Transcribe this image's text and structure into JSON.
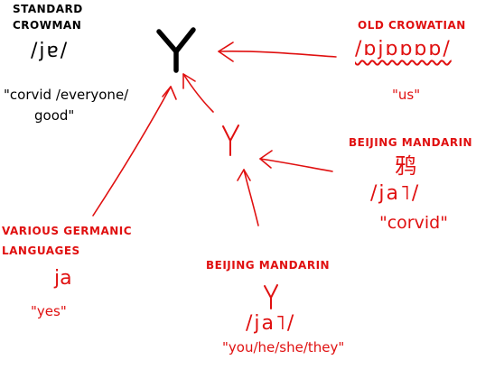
{
  "colors": {
    "ink": "#000000",
    "accent": "#e01010"
  },
  "standard_crowman": {
    "title_line1": "STANDARD",
    "title_line2": "CROWMAN",
    "ipa": "/jɐ/",
    "gloss_line1": "\"corvid /everyone/",
    "gloss_line2": "good\"",
    "glyph": "Y"
  },
  "old_crowatian": {
    "title": "OLD CROWATIAN",
    "ipa": "/ɒjɒɒɒɒ/",
    "gloss": "\"us\""
  },
  "intermediate": {
    "glyph": "Y"
  },
  "beijing_corvid": {
    "title": "BEIJING MANDARIN",
    "hanzi": "鸦",
    "ipa": "/ja˥/",
    "gloss": "\"corvid\""
  },
  "germanic": {
    "title_line1": "VARIOUS GERMANIC",
    "title_line2": "LANGUAGES",
    "word": "ja",
    "gloss": "\"yes\""
  },
  "beijing_pronoun": {
    "title": "BEIJING MANDARIN",
    "glyph": "Y",
    "ipa": "/ja˥/",
    "gloss": "\"you/he/she/they\""
  }
}
